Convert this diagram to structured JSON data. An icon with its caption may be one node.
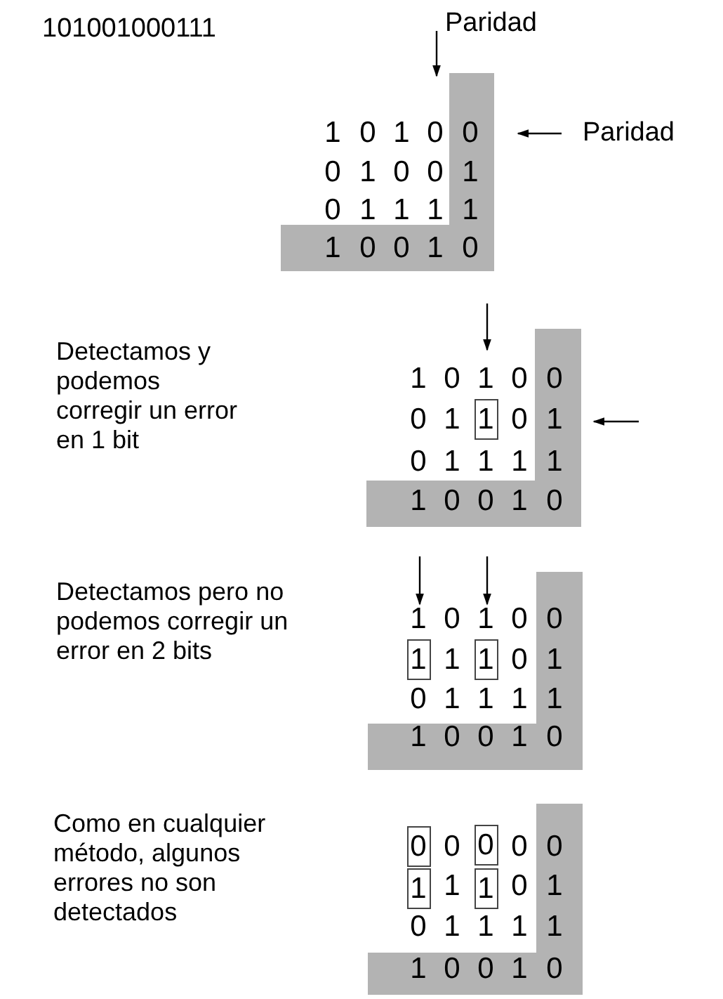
{
  "diagram": {
    "nodes": [
      {
        "text": [
          "1"
        ]
      },
      {
        "text": [
          "1"
        ]
      },
      {
        "text": [
          "1"
        ]
      },
      {
        "text": [
          "0"
        ]
      },
      {
        "text": [
          "0"
        ]
      },
      {
        "text": [
          "1"
        ]
      },
      {
        "text": [
          "1"
        ]
      }
    ],
    "labels": [
      "101001000111",
      "Paridad",
      "1",
      "0",
      "1",
      "0",
      "0",
      "Paridad",
      "0",
      "1",
      "0",
      "0",
      "1",
      "0",
      "1",
      "1",
      "1",
      "1",
      "1",
      "0",
      "0",
      "1",
      "0",
      "Detectamos y podemos corregir un error en 1 bit",
      "1",
      "0",
      "1",
      "0",
      "0",
      "0",
      "1",
      "0",
      "1",
      "0",
      "1",
      "1",
      "1",
      "1",
      "1",
      "0",
      "0",
      "1",
      "0",
      "Detectamos pero no podemos corregir un error en 2 bits",
      "1",
      "0",
      "1",
      "0",
      "0",
      "1",
      "0",
      "1",
      "0",
      "1",
      "1",
      "1",
      "1",
      "1",
      "0",
      "0",
      "1",
      "0",
      "Como en cualquier método, algunos errores no son detectados",
      "0",
      "0",
      "0",
      "1",
      "0",
      "1",
      "0",
      "1",
      "1",
      "1",
      "1",
      "1",
      "0",
      "0",
      "1",
      "0"
    ]
  }
}
